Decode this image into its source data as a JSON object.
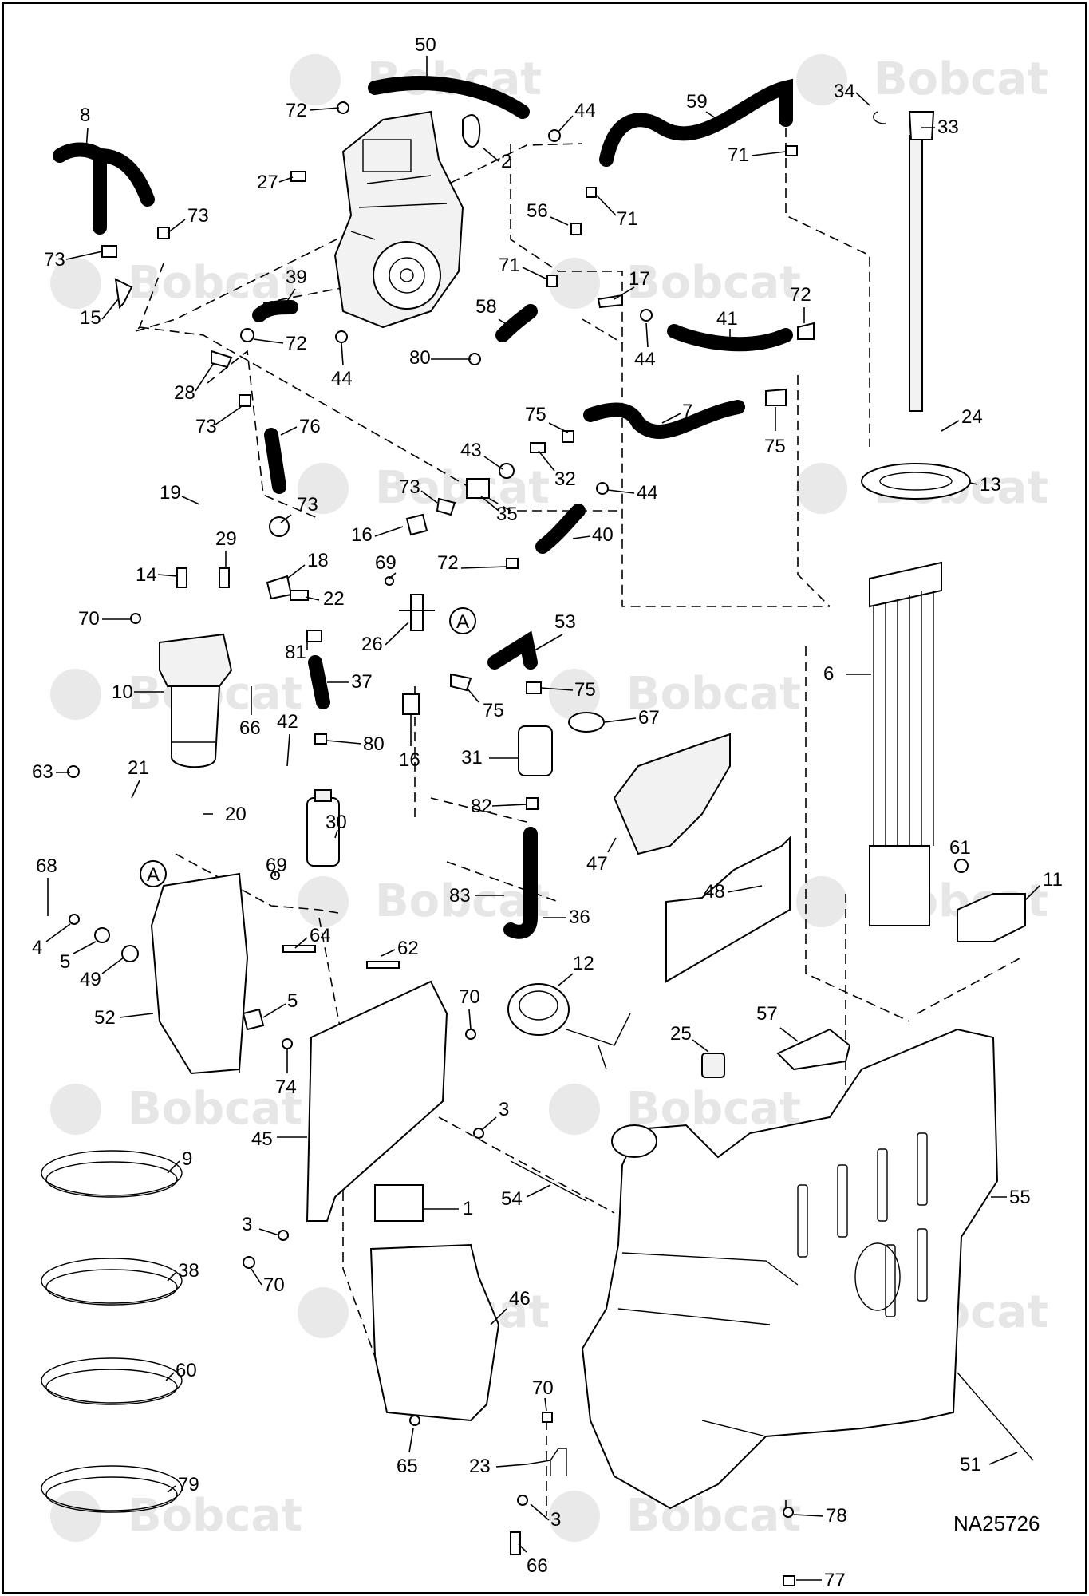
{
  "watermark": {
    "text": "Bobcat"
  },
  "diagram_code": "NA25726",
  "callouts": [
    {
      "n": "50"
    },
    {
      "n": "72"
    },
    {
      "n": "44"
    },
    {
      "n": "2"
    },
    {
      "n": "27"
    },
    {
      "n": "8"
    },
    {
      "n": "73"
    },
    {
      "n": "73"
    },
    {
      "n": "15"
    },
    {
      "n": "39"
    },
    {
      "n": "72"
    },
    {
      "n": "44"
    },
    {
      "n": "28"
    },
    {
      "n": "73"
    },
    {
      "n": "76"
    },
    {
      "n": "58"
    },
    {
      "n": "80"
    },
    {
      "n": "59"
    },
    {
      "n": "34"
    },
    {
      "n": "33"
    },
    {
      "n": "71"
    },
    {
      "n": "56"
    },
    {
      "n": "71"
    },
    {
      "n": "71"
    },
    {
      "n": "17"
    },
    {
      "n": "72"
    },
    {
      "n": "41"
    },
    {
      "n": "44"
    },
    {
      "n": "75"
    },
    {
      "n": "7"
    },
    {
      "n": "75"
    },
    {
      "n": "24"
    },
    {
      "n": "43"
    },
    {
      "n": "32"
    },
    {
      "n": "73"
    },
    {
      "n": "35"
    },
    {
      "n": "44"
    },
    {
      "n": "13"
    },
    {
      "n": "19"
    },
    {
      "n": "73"
    },
    {
      "n": "16"
    },
    {
      "n": "40"
    },
    {
      "n": "29"
    },
    {
      "n": "18"
    },
    {
      "n": "72"
    },
    {
      "n": "14"
    },
    {
      "n": "69"
    },
    {
      "n": "22"
    },
    {
      "n": "70"
    },
    {
      "n": "26"
    },
    {
      "n": "81"
    },
    {
      "n": "53"
    },
    {
      "n": "6"
    },
    {
      "n": "37"
    },
    {
      "n": "10"
    },
    {
      "n": "66"
    },
    {
      "n": "75"
    },
    {
      "n": "75"
    },
    {
      "n": "67"
    },
    {
      "n": "16"
    },
    {
      "n": "42"
    },
    {
      "n": "80"
    },
    {
      "n": "31"
    },
    {
      "n": "63"
    },
    {
      "n": "21"
    },
    {
      "n": "82"
    },
    {
      "n": "20"
    },
    {
      "n": "30"
    },
    {
      "n": "61"
    },
    {
      "n": "47"
    },
    {
      "n": "68"
    },
    {
      "n": "69"
    },
    {
      "n": "11"
    },
    {
      "n": "83"
    },
    {
      "n": "48"
    },
    {
      "n": "4"
    },
    {
      "n": "5"
    },
    {
      "n": "49"
    },
    {
      "n": "64"
    },
    {
      "n": "36"
    },
    {
      "n": "62"
    },
    {
      "n": "12"
    },
    {
      "n": "52"
    },
    {
      "n": "5"
    },
    {
      "n": "70"
    },
    {
      "n": "57"
    },
    {
      "n": "25"
    },
    {
      "n": "74"
    },
    {
      "n": "9"
    },
    {
      "n": "3"
    },
    {
      "n": "45"
    },
    {
      "n": "1"
    },
    {
      "n": "54"
    },
    {
      "n": "55"
    },
    {
      "n": "38"
    },
    {
      "n": "3"
    },
    {
      "n": "70"
    },
    {
      "n": "46"
    },
    {
      "n": "60"
    },
    {
      "n": "70"
    },
    {
      "n": "65"
    },
    {
      "n": "23"
    },
    {
      "n": "51"
    },
    {
      "n": "79"
    },
    {
      "n": "3"
    },
    {
      "n": "78"
    },
    {
      "n": "66"
    },
    {
      "n": "77"
    }
  ],
  "connectors": [
    {
      "label": "A"
    },
    {
      "label": "A"
    }
  ]
}
